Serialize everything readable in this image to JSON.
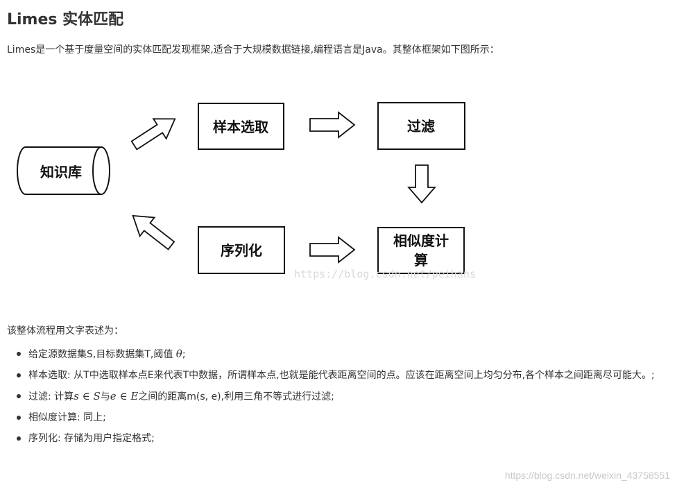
{
  "title": "Limes 实体匹配",
  "intro": "Limes是一个基于度量空间的实体匹配发现框架,适合于大规模数据链接,编程语言是Java。其整体框架如下图所示：",
  "diagram": {
    "knowledge_base": "知识库",
    "sample": "样本选取",
    "filter": "过滤",
    "similarity_line1": "相似度计",
    "similarity_line2": "算",
    "serialize": "序列化",
    "watermark": "https://blog.csdn.net/peihans"
  },
  "summary": "该整体流程用文字表述为：",
  "steps": [
    {
      "pre": "给定源数据集S,目标数据集T,阈值 ",
      "math": "θ",
      "post": ";"
    },
    {
      "text": "样本选取: 从T中选取样本点E来代表T中数据，所谓样本点,也就是能代表距离空间的点。应该在距离空间上均匀分布,各个样本之间距离尽可能大。;"
    },
    {
      "pre": "过滤: 计算",
      "m1": "s ∈ S",
      "mid": "与",
      "m2": "e ∈ E",
      "post": "之间的距离m(s, e),利用三角不等式进行过滤;"
    },
    {
      "text": "相似度计算: 同上;"
    },
    {
      "text": "序列化: 存储为用户指定格式;"
    }
  ],
  "bottom_watermark": "https://blog.csdn.net/weixin_43758551"
}
